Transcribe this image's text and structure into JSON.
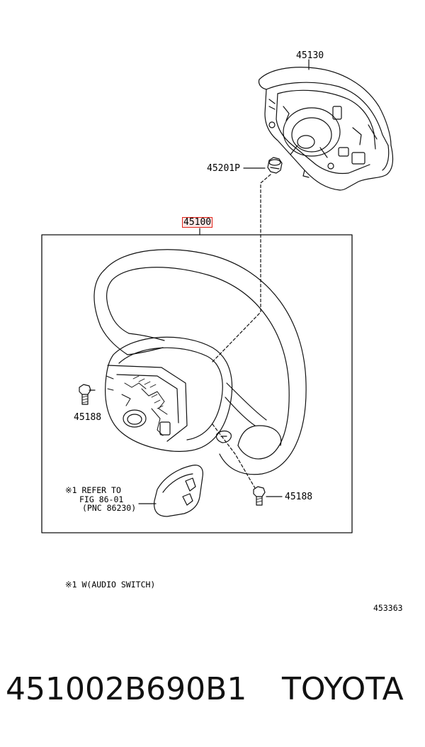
{
  "diagram": {
    "parts": {
      "airbag_pad": "45130",
      "nut": "45201P",
      "steering_wheel": "45100",
      "screw_left": "45188",
      "screw_right": "45188"
    },
    "refer_note": {
      "line1": "※1 REFER TO",
      "line2": "FIG 86-01",
      "line3": "(PNC 86230)"
    },
    "legend": "※1 W(AUDIO SWITCH)",
    "figure_number": "453363",
    "highlight_color": "#e2231a"
  },
  "footer": {
    "part_number": "451002B690B1",
    "brand": "TOYOTA"
  }
}
